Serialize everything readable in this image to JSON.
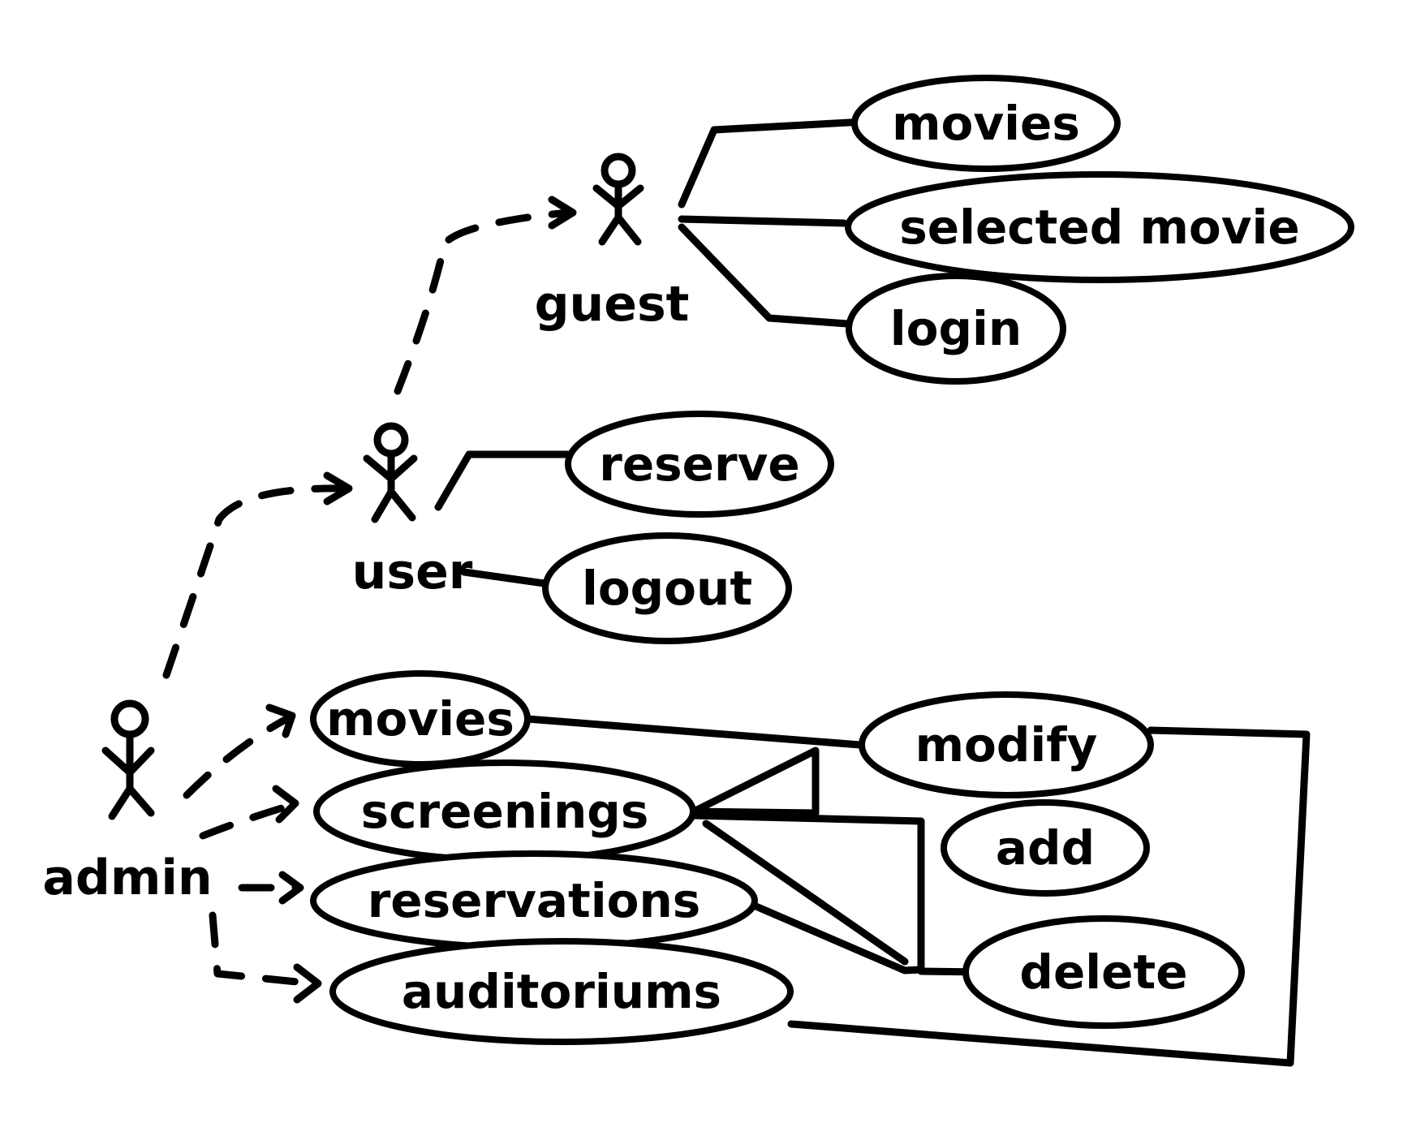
{
  "diagram": {
    "actors": {
      "guest": "guest",
      "user": "user",
      "admin": "admin"
    },
    "guest_use_cases": {
      "movies": "movies",
      "selected_movie": "selected movie",
      "login": "login"
    },
    "user_use_cases": {
      "reserve": "reserve",
      "logout": "logout"
    },
    "admin_use_cases": {
      "movies": "movies",
      "screenings": "screenings",
      "reservations": "reservations",
      "auditoriums": "auditoriums"
    },
    "operations": {
      "modify": "modify",
      "add": "add",
      "delete": "delete"
    }
  }
}
